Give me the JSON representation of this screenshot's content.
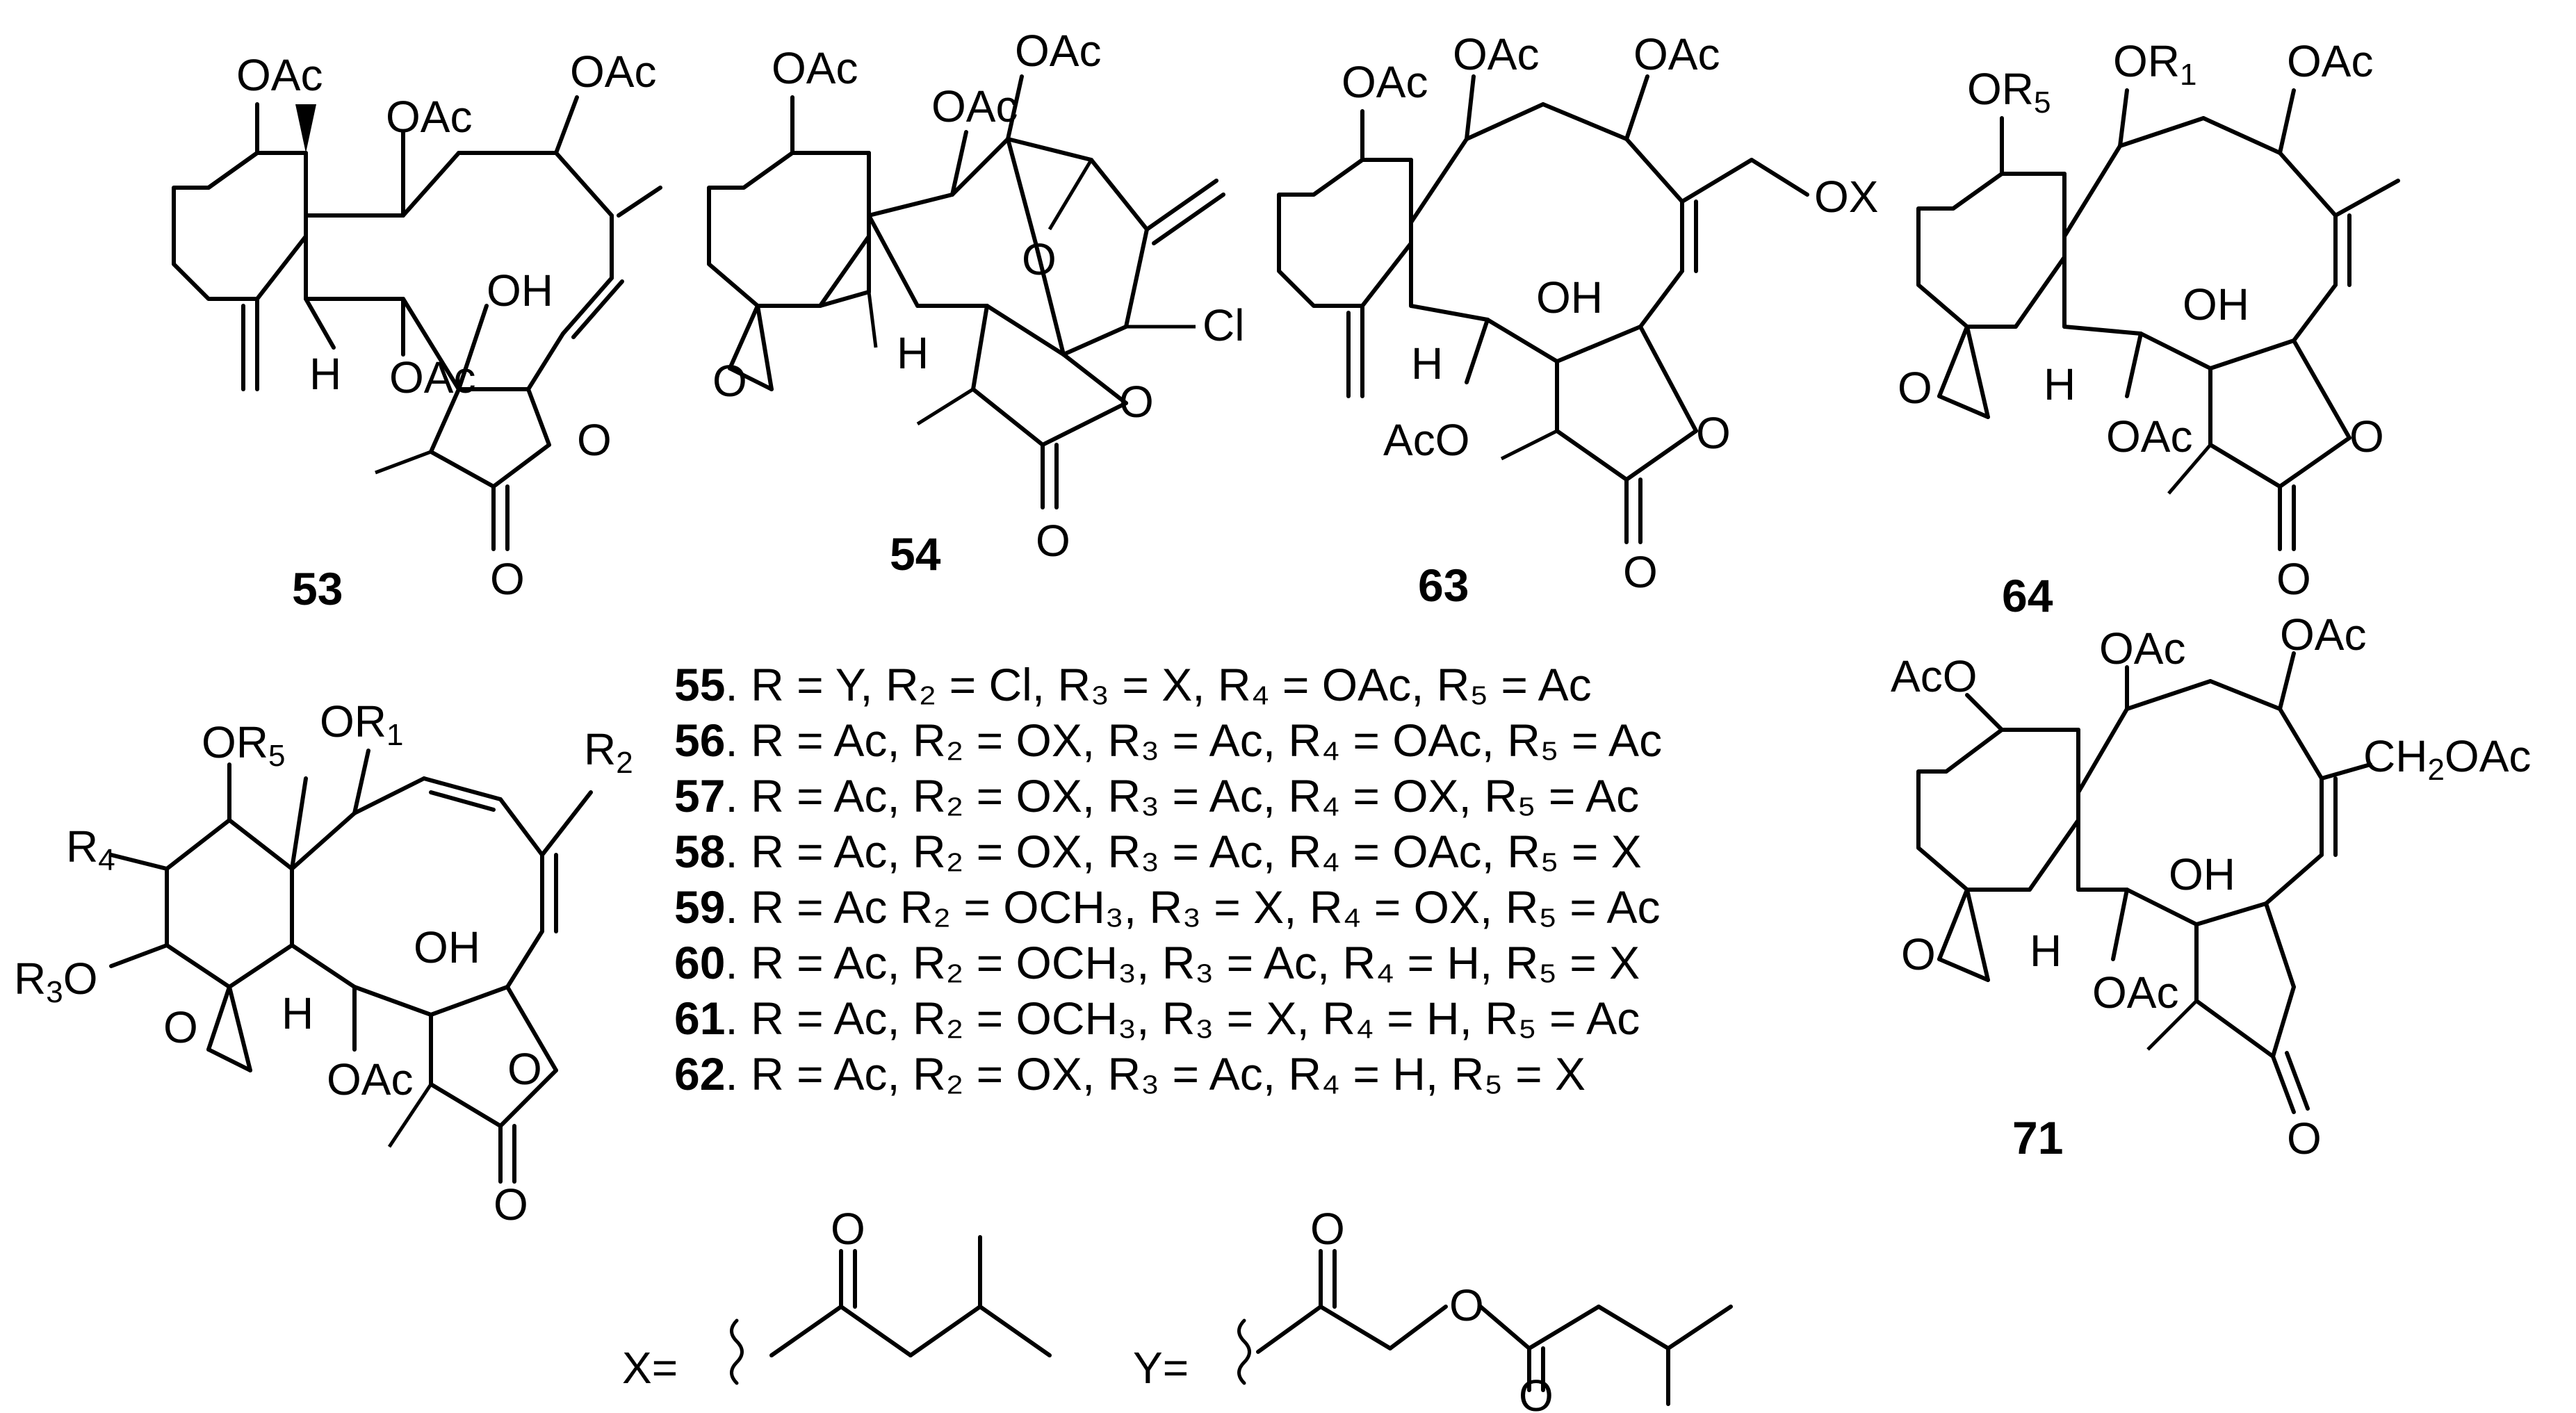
{
  "compounds": [
    {
      "id": "53"
    },
    {
      "id": "54"
    },
    {
      "id": "63"
    },
    {
      "id": "64"
    },
    {
      "id": "71"
    }
  ],
  "atom_labels": {
    "oac": "OAc",
    "oh": "OH",
    "h": "H",
    "o": "O",
    "cl": "Cl",
    "ox": "OX",
    "aco": "AcO",
    "r5_prefix": "OR",
    "r1_prefix": "OR",
    "sub1": "1",
    "sub2": "2",
    "sub3": "3",
    "sub4": "4",
    "sub5": "5",
    "r": "R",
    "ch2oac_a": "CH",
    "ch2oac_b": "2",
    "ch2oac_c": "OAc"
  },
  "legend": [
    {
      "num": "55",
      "text": ". R = Y, R₂ = Cl, R₃ = X, R₄ = OAc, R₅ = Ac"
    },
    {
      "num": "56",
      "text": ". R = Ac, R₂ = OX, R₃ = Ac, R₄ = OAc, R₅ = Ac"
    },
    {
      "num": "57",
      "text": ". R = Ac, R₂ = OX, R₃ = Ac, R₄ = OX, R₅ = Ac"
    },
    {
      "num": "58",
      "text": ". R = Ac, R₂ = OX, R₃ = Ac, R₄ = OAc, R₅ = X"
    },
    {
      "num": "59",
      "text": ". R = Ac R₂ = OCH₃, R₃ = X, R₄ = OX, R₅ = Ac"
    },
    {
      "num": "60",
      "text": ". R = Ac, R₂ = OCH₃, R₃ = Ac, R₄ = H, R₅ = X"
    },
    {
      "num": "61",
      "text": ". R = Ac, R₂ = OCH₃, R₃ = X, R₄ = H, R₅ = Ac"
    },
    {
      "num": "62",
      "text": ". R = Ac, R₂ = OX, R₃ = Ac, R₄ = H, R₅ = X"
    }
  ],
  "substituents": {
    "x_label": "X=",
    "y_label": "Y=",
    "o": "O"
  }
}
